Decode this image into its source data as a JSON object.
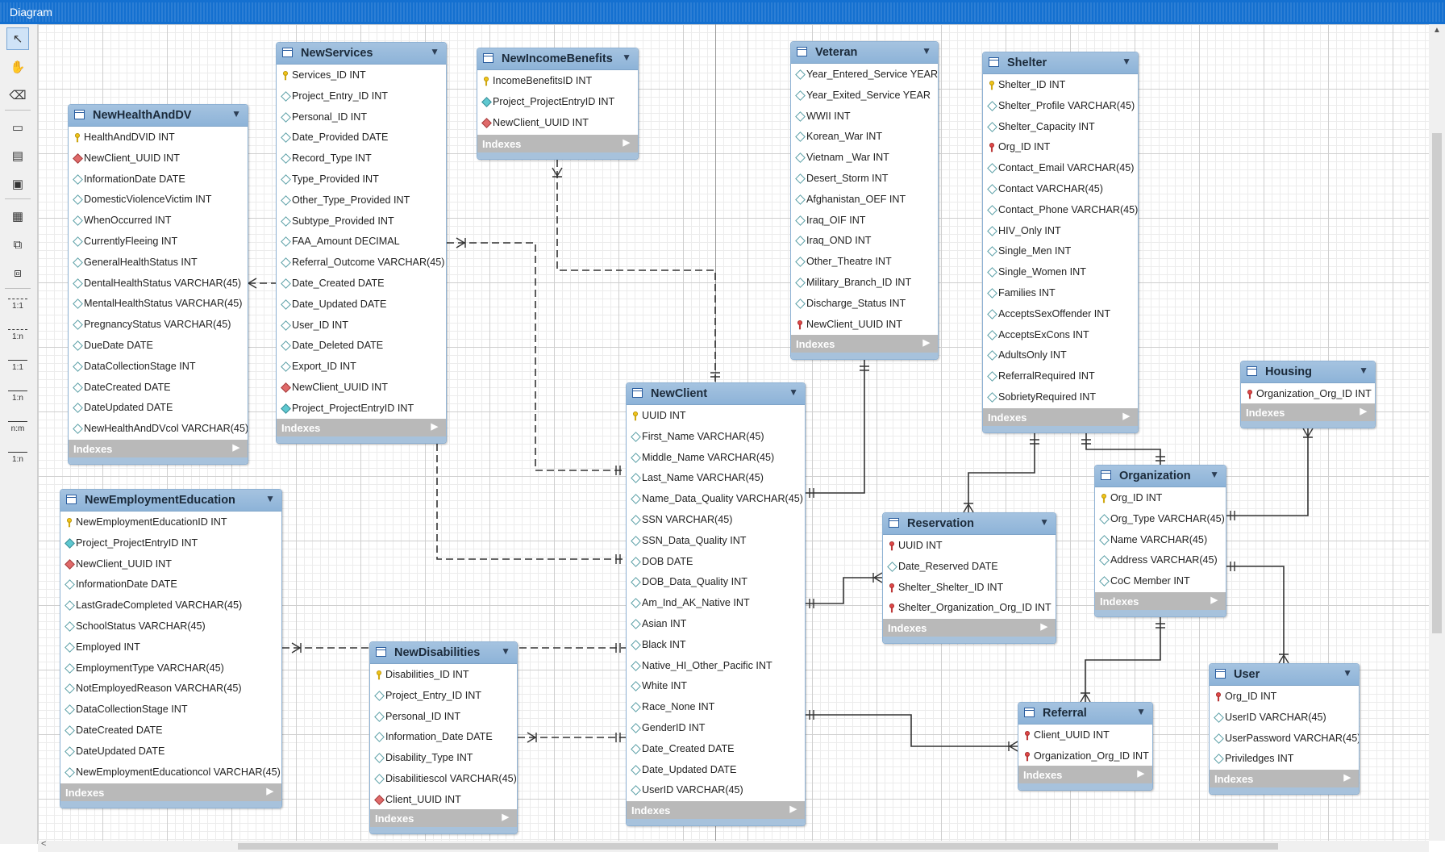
{
  "window": {
    "title": "Diagram"
  },
  "toolbar": {
    "tools": [
      {
        "name": "pointer-tool",
        "icon": "arrow-pointer-icon",
        "glyph": "↖"
      },
      {
        "name": "hand-tool",
        "icon": "hand-icon",
        "glyph": "✋"
      },
      {
        "name": "eraser-tool",
        "icon": "eraser-icon",
        "glyph": "⌫"
      },
      {
        "name": "layer-tool",
        "icon": "layer-icon",
        "glyph": "▭"
      },
      {
        "name": "text-tool",
        "icon": "text-icon",
        "glyph": "▤"
      },
      {
        "name": "image-tool",
        "icon": "image-icon",
        "glyph": "▣"
      },
      {
        "name": "table-tool",
        "icon": "table-icon",
        "glyph": "▦"
      },
      {
        "name": "view-tool",
        "icon": "view-icon",
        "glyph": "⧉"
      },
      {
        "name": "routine-tool",
        "icon": "routine-icon",
        "glyph": "⧈"
      }
    ],
    "relations": [
      {
        "name": "rel-1-1-nonid",
        "label": "1:1",
        "dashed": true
      },
      {
        "name": "rel-1-n-nonid",
        "label": "1:n",
        "dashed": true
      },
      {
        "name": "rel-1-1-id",
        "label": "1:1",
        "dashed": false
      },
      {
        "name": "rel-1-n-id",
        "label": "1:n",
        "dashed": false
      },
      {
        "name": "rel-n-m",
        "label": "n:m",
        "dashed": false
      },
      {
        "name": "rel-1-n-existing",
        "label": "1:n",
        "dashed": false
      }
    ]
  },
  "indexes_label": "Indexes",
  "tables": {
    "NewHealthAndDV": {
      "title": "NewHealthAndDV",
      "columns": [
        {
          "text": "HealthAndDVID INT",
          "key": "pk"
        },
        {
          "text": "NewClient_UUID INT",
          "key": "red"
        },
        {
          "text": "InformationDate DATE",
          "key": "idx"
        },
        {
          "text": "DomesticViolenceVictim INT",
          "key": "idx"
        },
        {
          "text": "WhenOccurred INT",
          "key": "idx"
        },
        {
          "text": "CurrentlyFleeing INT",
          "key": "idx"
        },
        {
          "text": "GeneralHealthStatus INT",
          "key": "idx"
        },
        {
          "text": "DentalHealthStatus VARCHAR(45)",
          "key": "idx"
        },
        {
          "text": "MentalHealthStatus VARCHAR(45)",
          "key": "idx"
        },
        {
          "text": "PregnancyStatus VARCHAR(45)",
          "key": "idx"
        },
        {
          "text": "DueDate DATE",
          "key": "idx"
        },
        {
          "text": "DataCollectionStage INT",
          "key": "idx"
        },
        {
          "text": "DateCreated DATE",
          "key": "idx"
        },
        {
          "text": "DateUpdated DATE",
          "key": "idx"
        },
        {
          "text": "NewHealthAndDVcol VARCHAR(45)",
          "key": "idx"
        }
      ]
    },
    "NewServices": {
      "title": "NewServices",
      "columns": [
        {
          "text": "Services_ID INT",
          "key": "pk"
        },
        {
          "text": "Project_Entry_ID INT",
          "key": "idx"
        },
        {
          "text": "Personal_ID INT",
          "key": "idx"
        },
        {
          "text": "Date_Provided DATE",
          "key": "idx"
        },
        {
          "text": "Record_Type INT",
          "key": "idx"
        },
        {
          "text": "Type_Provided INT",
          "key": "idx"
        },
        {
          "text": "Other_Type_Provided INT",
          "key": "idx"
        },
        {
          "text": "Subtype_Provided INT",
          "key": "idx"
        },
        {
          "text": "FAA_Amount DECIMAL",
          "key": "idx"
        },
        {
          "text": "Referral_Outcome VARCHAR(45)",
          "key": "idx"
        },
        {
          "text": "Date_Created DATE",
          "key": "idx"
        },
        {
          "text": "Date_Updated DATE",
          "key": "idx"
        },
        {
          "text": "User_ID INT",
          "key": "idx"
        },
        {
          "text": "Date_Deleted DATE",
          "key": "idx"
        },
        {
          "text": "Export_ID INT",
          "key": "idx"
        },
        {
          "text": "NewClient_UUID INT",
          "key": "red"
        },
        {
          "text": "Project_ProjectEntryID INT",
          "key": "teal"
        }
      ]
    },
    "NewIncomeBenefits": {
      "title": "NewIncomeBenefits",
      "columns": [
        {
          "text": "IncomeBenefitsID INT",
          "key": "pk"
        },
        {
          "text": "Project_ProjectEntryID INT",
          "key": "teal"
        },
        {
          "text": "NewClient_UUID INT",
          "key": "red"
        }
      ]
    },
    "Veteran": {
      "title": "Veteran",
      "columns": [
        {
          "text": "Year_Entered_Service YEAR",
          "key": "idx"
        },
        {
          "text": "Year_Exited_Service YEAR",
          "key": "idx"
        },
        {
          "text": "WWII INT",
          "key": "idx"
        },
        {
          "text": "Korean_War INT",
          "key": "idx"
        },
        {
          "text": "Vietnam _War INT",
          "key": "idx"
        },
        {
          "text": "Desert_Storm INT",
          "key": "idx"
        },
        {
          "text": "Afghanistan_OEF INT",
          "key": "idx"
        },
        {
          "text": "Iraq_OIF INT",
          "key": "idx"
        },
        {
          "text": "Iraq_OND INT",
          "key": "idx"
        },
        {
          "text": "Other_Theatre INT",
          "key": "idx"
        },
        {
          "text": "Military_Branch_ID INT",
          "key": "idx"
        },
        {
          "text": "Discharge_Status INT",
          "key": "idx"
        },
        {
          "text": "NewClient_UUID INT",
          "key": "fk"
        }
      ]
    },
    "Shelter": {
      "title": "Shelter",
      "columns": [
        {
          "text": "Shelter_ID INT",
          "key": "pk"
        },
        {
          "text": "Shelter_Profile VARCHAR(45)",
          "key": "idx"
        },
        {
          "text": "Shelter_Capacity INT",
          "key": "idx"
        },
        {
          "text": "Org_ID INT",
          "key": "fk"
        },
        {
          "text": "Contact_Email VARCHAR(45)",
          "key": "idx"
        },
        {
          "text": "Contact VARCHAR(45)",
          "key": "idx"
        },
        {
          "text": "Contact_Phone VARCHAR(45)",
          "key": "idx"
        },
        {
          "text": "HIV_Only INT",
          "key": "idx"
        },
        {
          "text": "Single_Men INT",
          "key": "idx"
        },
        {
          "text": "Single_Women INT",
          "key": "idx"
        },
        {
          "text": "Families INT",
          "key": "idx"
        },
        {
          "text": "AcceptsSexOffender INT",
          "key": "idx"
        },
        {
          "text": "AcceptsExCons INT",
          "key": "idx"
        },
        {
          "text": "AdultsOnly INT",
          "key": "idx"
        },
        {
          "text": "ReferralRequired INT",
          "key": "idx"
        },
        {
          "text": "SobrietyRequired INT",
          "key": "idx"
        }
      ]
    },
    "Housing": {
      "title": "Housing",
      "columns": [
        {
          "text": "Organization_Org_ID INT",
          "key": "fk"
        }
      ]
    },
    "NewClient": {
      "title": "NewClient",
      "columns": [
        {
          "text": "UUID INT",
          "key": "pk"
        },
        {
          "text": "First_Name VARCHAR(45)",
          "key": "idx"
        },
        {
          "text": "Middle_Name VARCHAR(45)",
          "key": "idx"
        },
        {
          "text": "Last_Name VARCHAR(45)",
          "key": "idx"
        },
        {
          "text": "Name_Data_Quality VARCHAR(45)",
          "key": "idx"
        },
        {
          "text": "SSN VARCHAR(45)",
          "key": "idx"
        },
        {
          "text": "SSN_Data_Quality INT",
          "key": "idx"
        },
        {
          "text": "DOB DATE",
          "key": "idx"
        },
        {
          "text": "DOB_Data_Quality INT",
          "key": "idx"
        },
        {
          "text": "Am_Ind_AK_Native INT",
          "key": "idx"
        },
        {
          "text": "Asian INT",
          "key": "idx"
        },
        {
          "text": "Black INT",
          "key": "idx"
        },
        {
          "text": "Native_HI_Other_Pacific INT",
          "key": "idx"
        },
        {
          "text": "White INT",
          "key": "idx"
        },
        {
          "text": "Race_None INT",
          "key": "idx"
        },
        {
          "text": "GenderID INT",
          "key": "idx"
        },
        {
          "text": "Date_Created DATE",
          "key": "idx"
        },
        {
          "text": "Date_Updated DATE",
          "key": "idx"
        },
        {
          "text": "UserID VARCHAR(45)",
          "key": "idx"
        }
      ]
    },
    "Reservation": {
      "title": "Reservation",
      "columns": [
        {
          "text": "UUID INT",
          "key": "fk"
        },
        {
          "text": "Date_Reserved DATE",
          "key": "idx"
        },
        {
          "text": "Shelter_Shelter_ID INT",
          "key": "fk"
        },
        {
          "text": "Shelter_Organization_Org_ID INT",
          "key": "fk"
        }
      ]
    },
    "Organization": {
      "title": "Organization",
      "columns": [
        {
          "text": "Org_ID INT",
          "key": "pk"
        },
        {
          "text": "Org_Type VARCHAR(45)",
          "key": "idx"
        },
        {
          "text": "Name VARCHAR(45)",
          "key": "idx"
        },
        {
          "text": "Address VARCHAR(45)",
          "key": "idx"
        },
        {
          "text": "CoC Member INT",
          "key": "idx"
        }
      ]
    },
    "NewEmploymentEducation": {
      "title": "NewEmploymentEducation",
      "columns": [
        {
          "text": "NewEmploymentEducationID INT",
          "key": "pk"
        },
        {
          "text": "Project_ProjectEntryID INT",
          "key": "teal"
        },
        {
          "text": "NewClient_UUID INT",
          "key": "red"
        },
        {
          "text": "InformationDate DATE",
          "key": "idx"
        },
        {
          "text": "LastGradeCompleted VARCHAR(45)",
          "key": "idx"
        },
        {
          "text": "SchoolStatus VARCHAR(45)",
          "key": "idx"
        },
        {
          "text": "Employed INT",
          "key": "idx"
        },
        {
          "text": "EmploymentType VARCHAR(45)",
          "key": "idx"
        },
        {
          "text": "NotEmployedReason VARCHAR(45)",
          "key": "idx"
        },
        {
          "text": "DataCollectionStage INT",
          "key": "idx"
        },
        {
          "text": "DateCreated DATE",
          "key": "idx"
        },
        {
          "text": "DateUpdated DATE",
          "key": "idx"
        },
        {
          "text": "NewEmploymentEducationcol VARCHAR(45)",
          "key": "idx"
        }
      ]
    },
    "NewDisabilities": {
      "title": "NewDisabilities",
      "columns": [
        {
          "text": "Disabilities_ID INT",
          "key": "pk"
        },
        {
          "text": "Project_Entry_ID INT",
          "key": "idx"
        },
        {
          "text": "Personal_ID INT",
          "key": "idx"
        },
        {
          "text": "Information_Date DATE",
          "key": "idx"
        },
        {
          "text": "Disability_Type INT",
          "key": "idx"
        },
        {
          "text": "Disabilitiescol VARCHAR(45)",
          "key": "idx"
        },
        {
          "text": "Client_UUID INT",
          "key": "red"
        }
      ]
    },
    "Referral": {
      "title": "Referral",
      "columns": [
        {
          "text": "Client_UUID INT",
          "key": "fk"
        },
        {
          "text": "Organization_Org_ID INT",
          "key": "fk"
        }
      ]
    },
    "User": {
      "title": "User",
      "columns": [
        {
          "text": "Org_ID INT",
          "key": "fk"
        },
        {
          "text": "UserID VARCHAR(45)",
          "key": "idx"
        },
        {
          "text": "UserPassword VARCHAR(45)",
          "key": "idx"
        },
        {
          "text": "Priviledges INT",
          "key": "idx"
        }
      ]
    }
  },
  "relationships": [
    {
      "from": "NewHealthAndDV",
      "to": "NewServices",
      "type": "identifying-dashed"
    },
    {
      "from": "NewIncomeBenefits",
      "to": "NewClient",
      "type": "non-identifying"
    },
    {
      "from": "NewServices",
      "to": "NewClient",
      "type": "non-identifying"
    },
    {
      "from": "Veteran",
      "to": "NewClient",
      "type": "identifying"
    },
    {
      "from": "Shelter",
      "to": "Reservation",
      "type": "identifying"
    },
    {
      "from": "Shelter",
      "to": "Organization",
      "type": "identifying"
    },
    {
      "from": "Housing",
      "to": "Organization",
      "type": "identifying"
    },
    {
      "from": "NewClient",
      "to": "Reservation",
      "type": "identifying"
    },
    {
      "from": "NewEmploymentEducation",
      "to": "NewClient",
      "type": "non-identifying"
    },
    {
      "from": "NewDisabilities",
      "to": "NewClient",
      "type": "non-identifying"
    },
    {
      "from": "NewClient",
      "to": "Referral",
      "type": "identifying"
    },
    {
      "from": "Organization",
      "to": "Referral",
      "type": "identifying"
    },
    {
      "from": "Organization",
      "to": "User",
      "type": "identifying"
    }
  ]
}
